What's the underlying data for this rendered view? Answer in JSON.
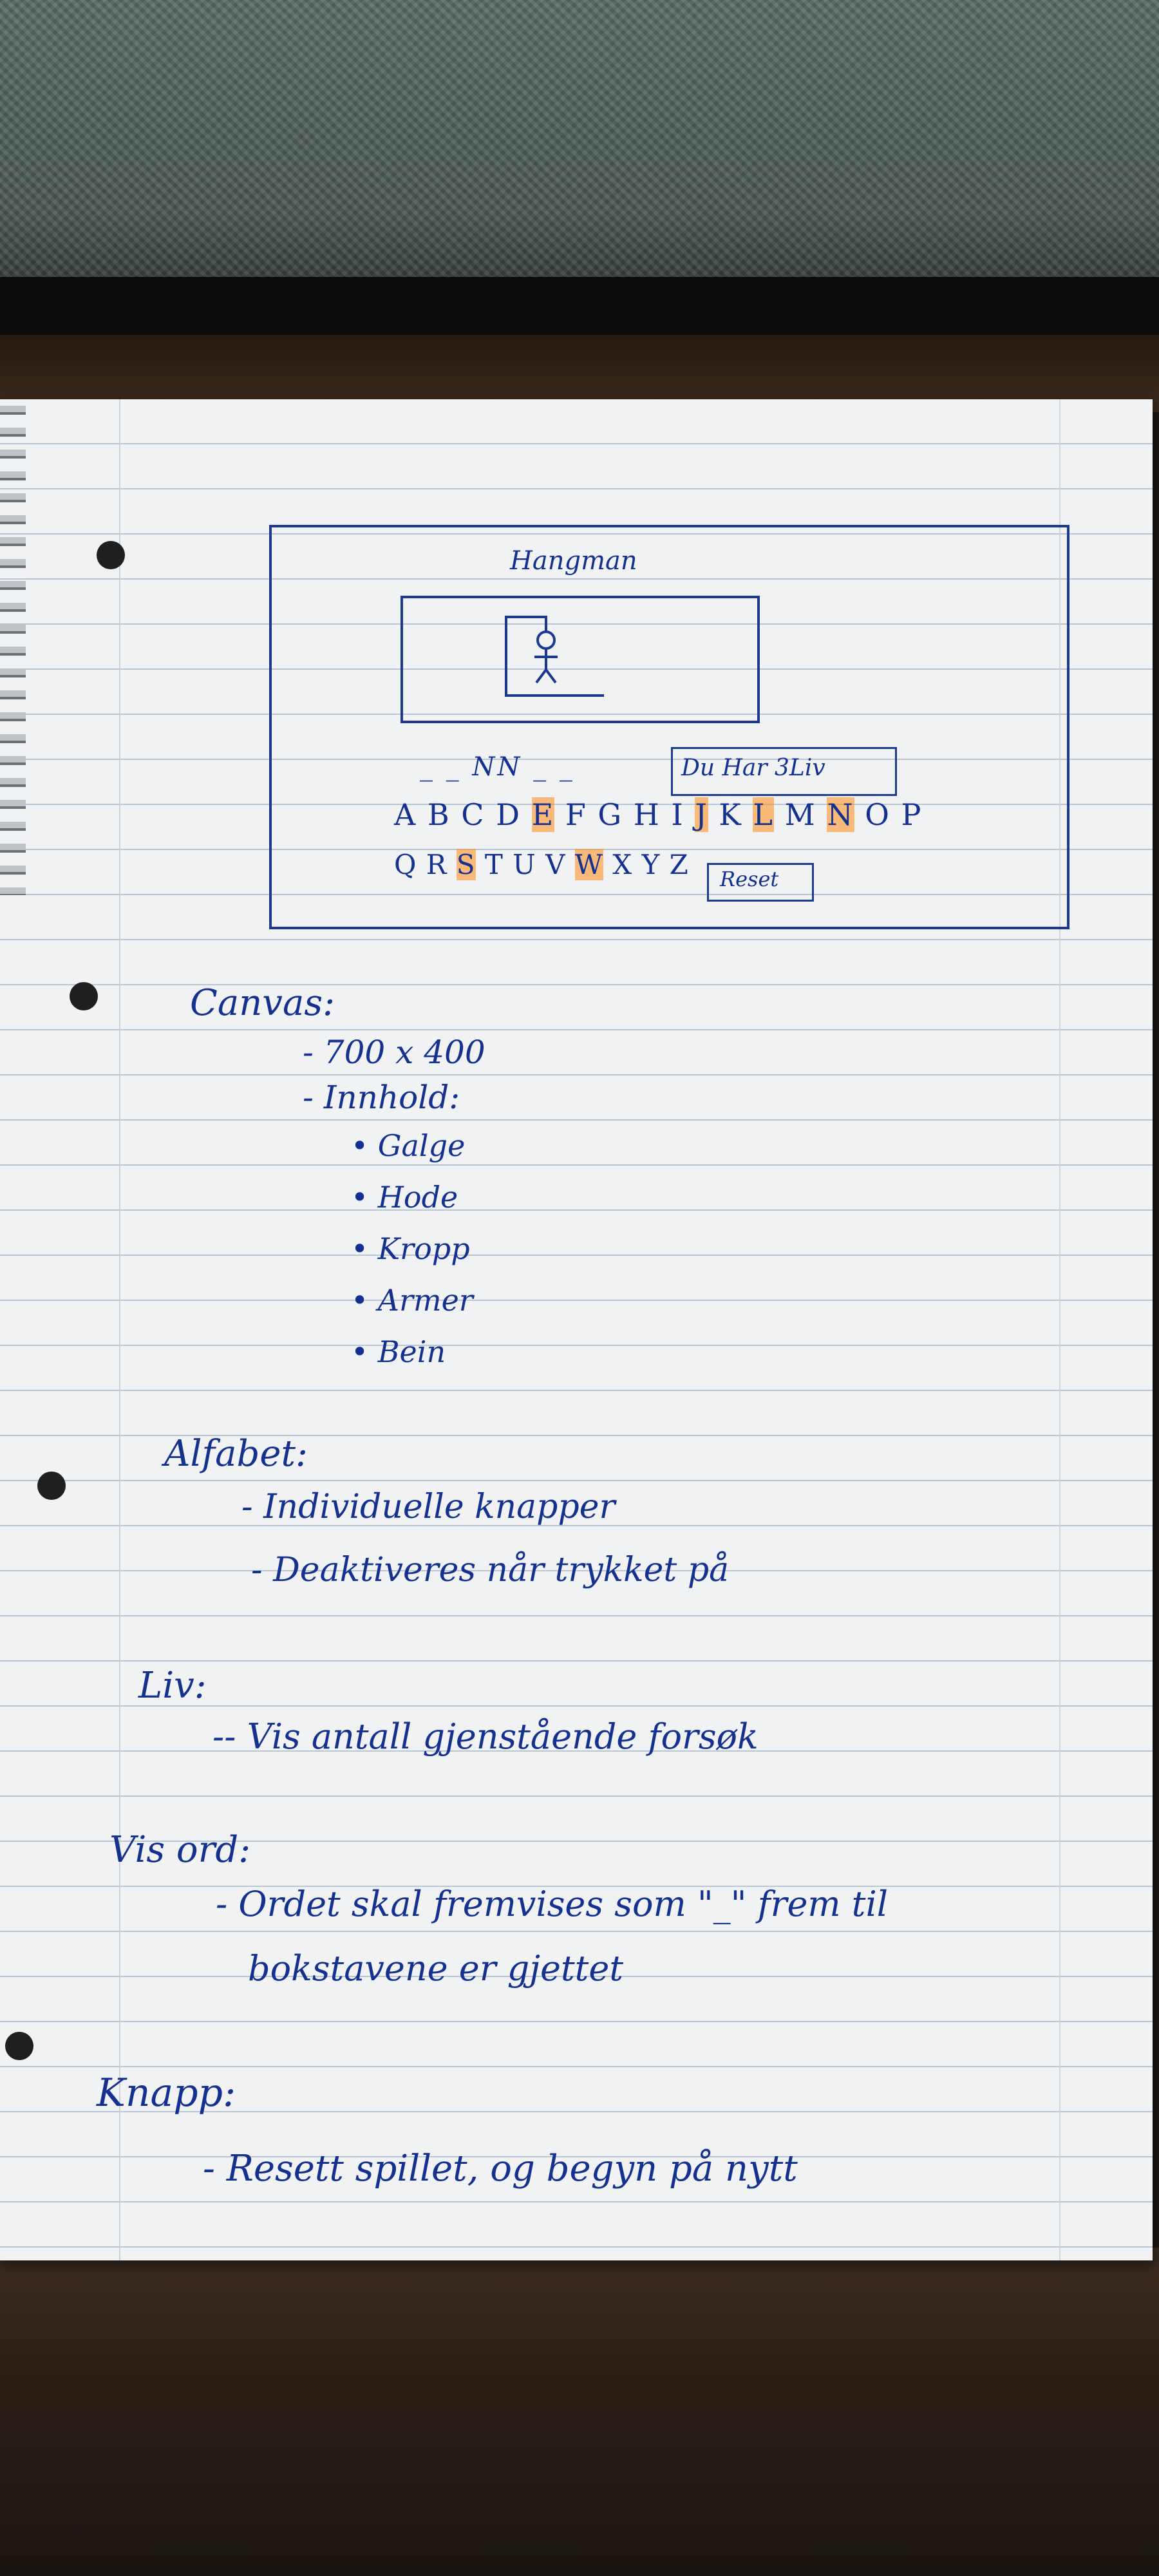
{
  "sketch": {
    "title": "Hangman",
    "word": "_ _ NN _ _",
    "lives_label": "Du Har 3Liv",
    "alphabet_row1": [
      "A",
      "B",
      "C",
      "D",
      "E",
      "F",
      "G",
      "H",
      "I",
      "J",
      "K",
      "L",
      "M",
      "N",
      "O",
      "P"
    ],
    "alphabet_row2": [
      "Q",
      "R",
      "S",
      "T",
      "U",
      "V",
      "W",
      "X",
      "Y",
      "Z"
    ],
    "highlighted_letters": [
      "E",
      "J",
      "L",
      "N",
      "S",
      "W"
    ],
    "reset_label": "Reset"
  },
  "notes": {
    "canvas": {
      "heading": "Canvas:",
      "size": "- 700 x 400",
      "content_heading": "- Innhold:",
      "items": [
        "• Galge",
        "• Hode",
        "• Kropp",
        "• Armer",
        "• Bein"
      ]
    },
    "alphabet": {
      "heading": "Alfabet:",
      "items": [
        "- Individuelle knapper",
        "- Deaktiveres når trykket på"
      ]
    },
    "lives": {
      "heading": "Liv:",
      "items": [
        "-- Vis antall gjenstående forsøk"
      ]
    },
    "show_word": {
      "heading": "Vis ord:",
      "items": [
        "- Ordet skal fremvises som \"_\" frem til",
        "bokstavene er gjettet"
      ]
    },
    "button": {
      "heading": "Knapp:",
      "items": [
        "- Resett spillet, og begyn på nytt"
      ]
    }
  },
  "colors": {
    "ink": "#15318f",
    "highlighter": "#ff8c14",
    "paper": "#f1f2f4"
  }
}
